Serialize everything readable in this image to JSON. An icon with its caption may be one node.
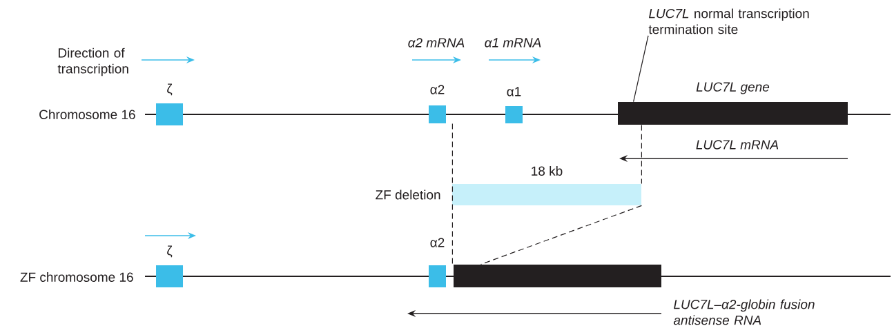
{
  "diagram": {
    "nodes": [
      {
        "text": [
          "ζ"
        ]
      },
      {
        "text": [
          "α2"
        ]
      },
      {
        "text": [
          "α1"
        ]
      },
      {
        "text": [
          "LUC7L gene"
        ]
      },
      {
        "text": [
          "18 kb"
        ],
        "beside": [
          "ZF deletion"
        ]
      },
      {
        "text": [
          "ζ"
        ]
      },
      {
        "text": [
          "α2"
        ]
      },
      {
        "text": [],
        "shape": "bar"
      },
      {
        "text": [
          "*LUC7L* normal transcription termination site"
        ]
      }
    ],
    "edges": [
      {
        "from": 8,
        "to": 3,
        "arrow": "none"
      },
      {
        "from": 1,
        "to": 7,
        "arrow": "none",
        "style": "dashed"
      },
      {
        "from": 3,
        "to": 4,
        "arrow": "none",
        "style": "dashed"
      },
      {
        "from": 4,
        "to": 7,
        "arrow": "none",
        "style": "dashed"
      }
    ],
    "labels": [
      "Direction of transcription",
      "α2 mRNA",
      "α1 mRNA",
      "Chromosome 16",
      "LUC7L mRNA",
      "ZF chromosome 16",
      "LUC7L–α2-globin fusion antisense RNA"
    ]
  }
}
